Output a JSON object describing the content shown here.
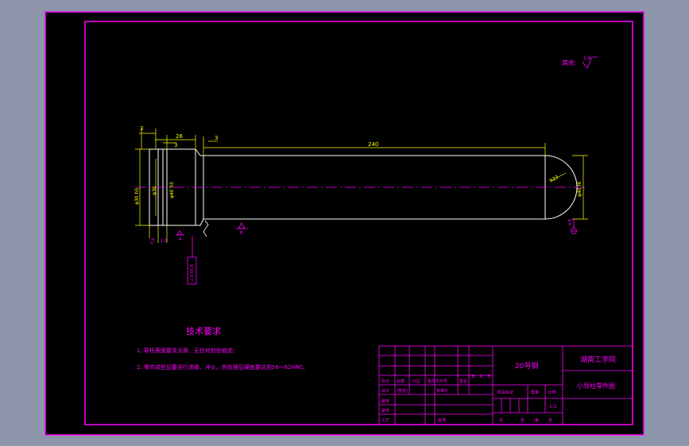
{
  "drawing": {
    "colors": {
      "background": "#8c95a9",
      "sheet": "#000000",
      "frame": "#ff00ff",
      "part_outline": "#ffffff",
      "dimension": "#ffff00",
      "text": "#ff00ff",
      "centerline": "#ff00ff"
    },
    "roughness_note": {
      "label": "其余:",
      "value": "1.6"
    },
    "dimensions": {
      "length_total": "240",
      "head_length": "26",
      "step_a": "3",
      "step_b": "3",
      "step_c": "3",
      "head_diameter": "φ30 h5",
      "head_bore": "φ30",
      "shank_diameter": "φ40 h5",
      "chamfer": "R23",
      "end_diameter": "φ40 f6"
    },
    "datum_labels": {
      "datum_a": "A",
      "datum_b": "B"
    },
    "tolerance_frame": "⊥ 0.01 A",
    "small_marks": [
      "0.8",
      "1.6",
      "0.8"
    ],
    "tech_requirements": {
      "title": "技术要求",
      "items": [
        "1. 导柱表面要求光滑、无任何划伤痕迹;",
        "2. 零件成型后要进行渗碳、淬火，热处理后硬度要达到58～62HRC;"
      ]
    }
  },
  "title_block": {
    "material": "20号钢",
    "school": "湖南工学院",
    "part_name": "小导柱零件图",
    "scale": "1:1",
    "row_labels": [
      "标记",
      "处数",
      "分区",
      "更改文件号",
      "签名",
      "年、月、日"
    ],
    "design_row": [
      "设计",
      "(签名)",
      "标准化"
    ],
    "stage_labels": [
      "阶段标记",
      "重量",
      "比例"
    ],
    "left_labels": [
      "审核",
      "审核",
      "工艺"
    ],
    "approve_label": "批准",
    "sheet_info": [
      "共",
      "张",
      "第",
      "张"
    ]
  }
}
